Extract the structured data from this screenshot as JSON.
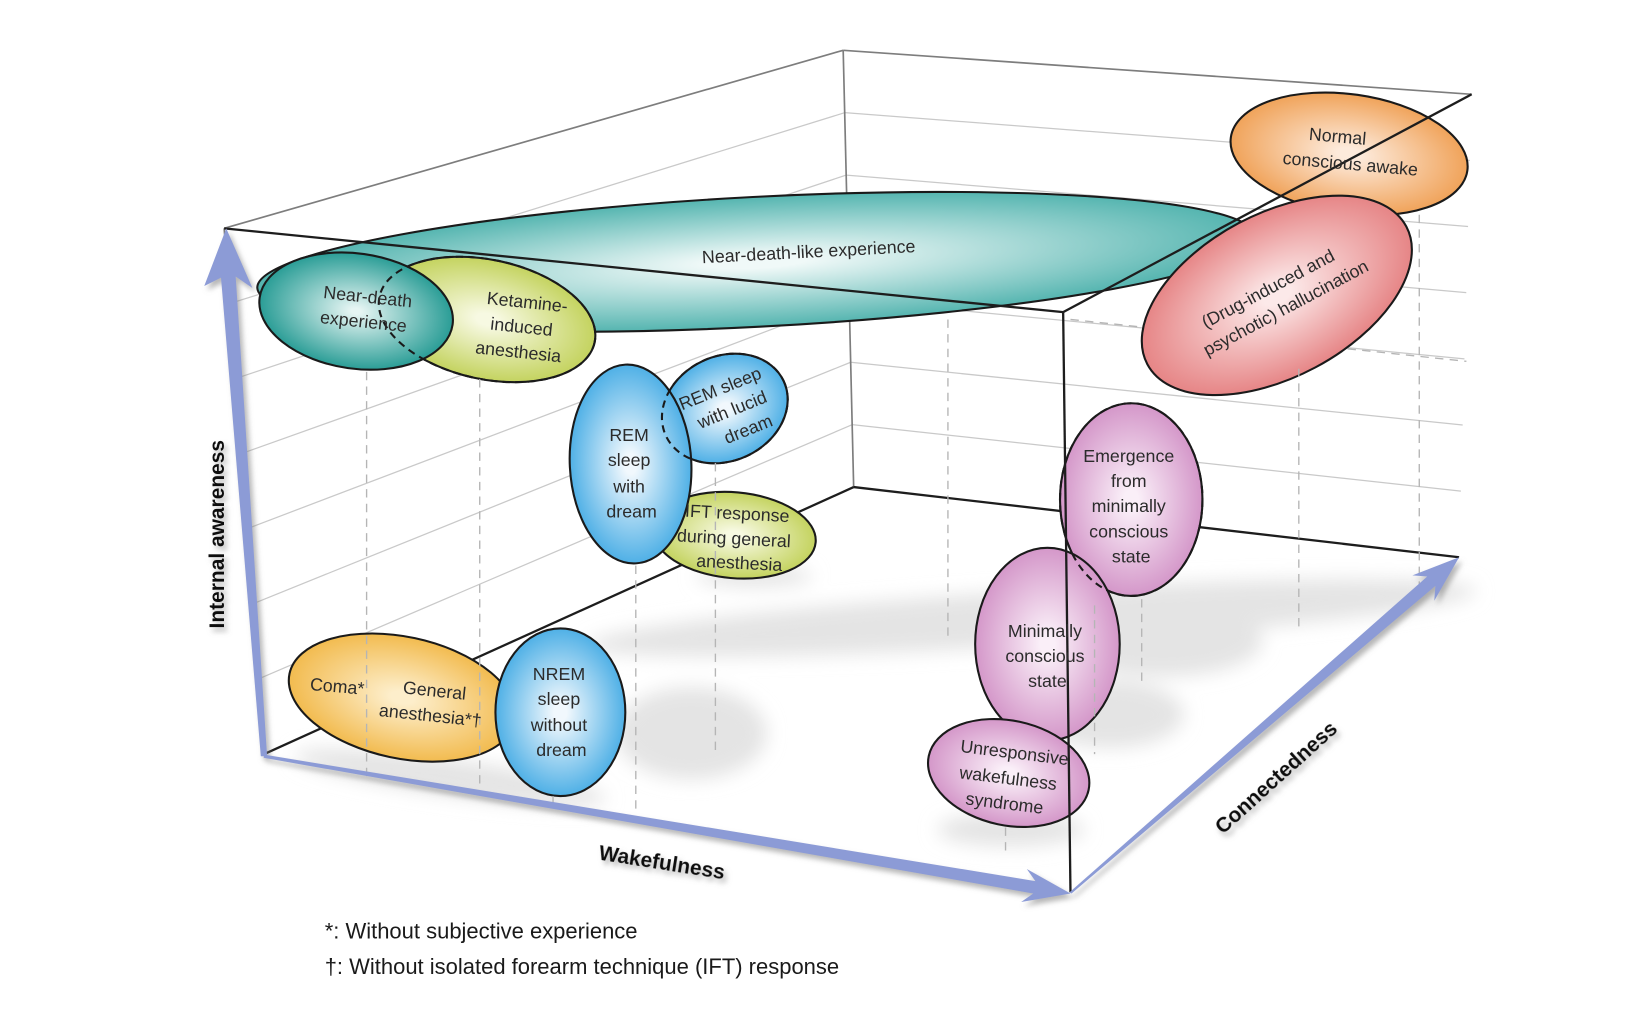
{
  "figure": {
    "axes": {
      "vertical_label": "Internal awareness",
      "horizontal_label": "Wakefulness",
      "depth_label": "Connectedness"
    },
    "footnotes": [
      "*: Without subjective experience",
      "†: Without isolated forearm technique (IFT) response"
    ]
  },
  "states": [
    {
      "name": "Near-death-like experience",
      "color": "teal_light",
      "lines": [
        "Near-death-like experience"
      ]
    },
    {
      "name": "Near-death experience",
      "color": "teal_dark",
      "lines": [
        "Near-death",
        "experience"
      ]
    },
    {
      "name": "Ketamine-induced anesthesia",
      "color": "yellow_green",
      "lines": [
        "Ketamine-",
        "induced",
        "anesthesia"
      ]
    },
    {
      "name": "Normal conscious awake",
      "color": "peach",
      "lines": [
        "Normal",
        "conscious awake"
      ]
    },
    {
      "name": "(Drug-induced and psychotic) hallucination",
      "color": "salmon",
      "lines": [
        "(Drug-induced and",
        "psychotic) hallucination"
      ]
    },
    {
      "name": "REM sleep with dream",
      "color": "blue",
      "lines": [
        "REM",
        "sleep",
        "with",
        "dream"
      ]
    },
    {
      "name": "REM sleep with lucid dream",
      "color": "blue",
      "lines": [
        "REM sleep",
        "with lucid",
        "dream"
      ]
    },
    {
      "name": "IFT response during general anesthesia",
      "color": "yellow_green",
      "lines": [
        "IFT response",
        "during general",
        "anesthesia"
      ]
    },
    {
      "name": "Coma / General anesthesia",
      "color": "amber",
      "lines": [
        "Coma*",
        "General",
        "anesthesia*†"
      ]
    },
    {
      "name": "NREM sleep without dream",
      "color": "blue",
      "lines": [
        "NREM",
        "sleep",
        "without",
        "dream"
      ]
    },
    {
      "name": "Emergence from minimally conscious state",
      "color": "orchid",
      "lines": [
        "Emergence",
        "from",
        "minimally",
        "conscious",
        "state"
      ]
    },
    {
      "name": "Minimally conscious state",
      "color": "orchid",
      "lines": [
        "Minimally",
        "conscious",
        "state"
      ]
    },
    {
      "name": "Unresponsive wakefulness syndrome",
      "color": "orchid",
      "lines": [
        "Unresponsive",
        "wakefulness",
        "syndrome"
      ]
    }
  ],
  "palette": {
    "teal_light": {
      "edge": "#55b5b0",
      "center": "#f0f9f8"
    },
    "teal_dark": {
      "edge": "#2a9d96",
      "center": "#e6f5f3"
    },
    "yellow_green": {
      "edge": "#c4d35f",
      "center": "#f7f9e2"
    },
    "blue": {
      "edge": "#4fb0e6",
      "center": "#f1f8fd"
    },
    "amber": {
      "edge": "#f2bb4f",
      "center": "#fdeecb"
    },
    "peach": {
      "edge": "#f0a35a",
      "center": "#fdeadb"
    },
    "salmon": {
      "edge": "#e68586",
      "center": "#fce9e9"
    },
    "orchid": {
      "edge": "#d497c9",
      "center": "#faeff8"
    },
    "axis_arrow": "#8c9bd6",
    "floor_shadow": "#e4e4e4"
  }
}
